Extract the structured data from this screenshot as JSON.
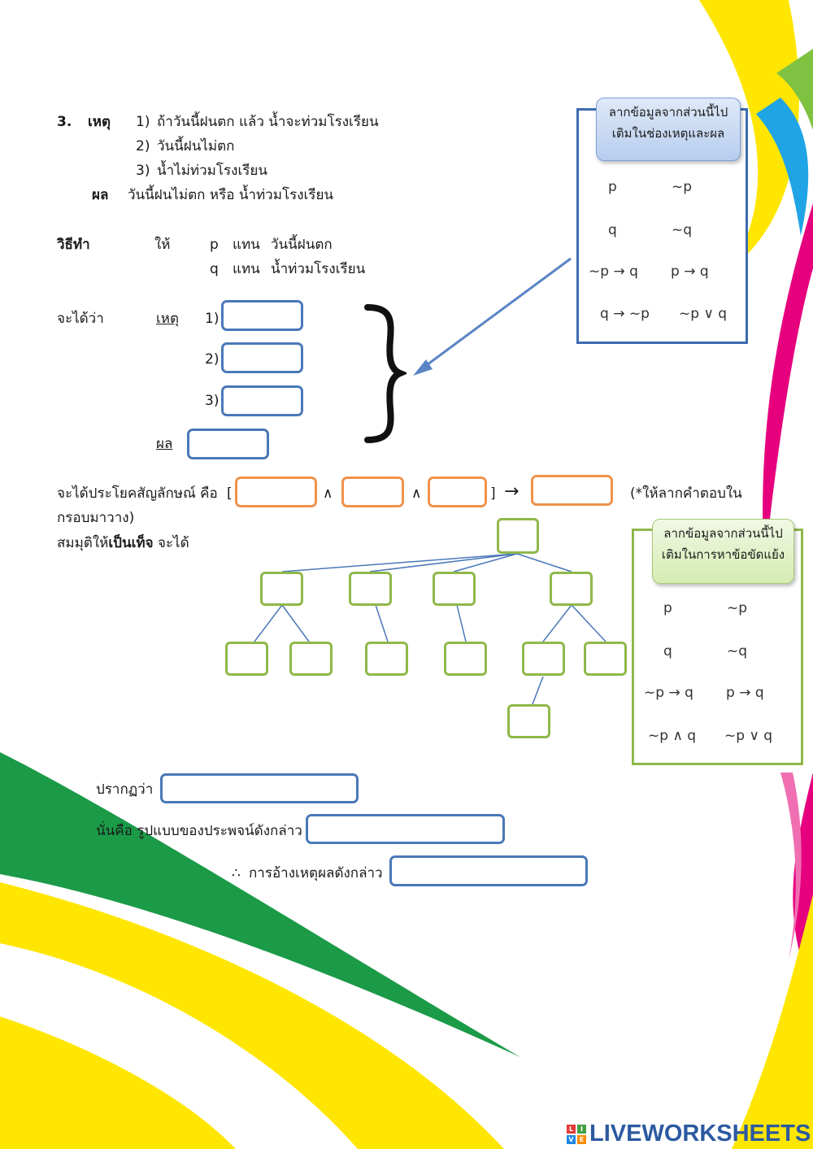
{
  "question": {
    "number": "3.",
    "premise_label": "เหตุ",
    "premises": [
      {
        "num": "1)",
        "text": "ถ้าวันนี้ฝนตก แล้ว น้ำจะท่วมโรงเรียน"
      },
      {
        "num": "2)",
        "text": "วันนี้ฝนไม่ตก"
      },
      {
        "num": "3)",
        "text": "น้ำไม่ท่วมโรงเรียน"
      }
    ],
    "conclusion_label": "ผล",
    "conclusion": "วันนี้ฝนไม่ตก หรือ น้ำท่วมโรงเรียน"
  },
  "method": {
    "label": "วิธีทำ",
    "let": "ให้",
    "vars": [
      {
        "symbol": "p",
        "stands_for": "แทน",
        "meaning": "วันนี้ฝนตก"
      },
      {
        "symbol": "q",
        "stands_for": "แทน",
        "meaning": "น้ำท่วมโรงเรียน"
      }
    ]
  },
  "derive": {
    "label": "จะได้ว่า",
    "premise_label": "เหตุ",
    "nums": [
      "1)",
      "2)",
      "3)"
    ],
    "conclusion_label": "ผล"
  },
  "symbolic": {
    "label": "จะได้ประโยคสัญลักษณ์  คือ",
    "open_bracket": "[",
    "close_bracket": "]",
    "and_symbol": "∧",
    "arrow": "→",
    "note_line1": "(*ให้ลากคำตอบใน",
    "note_line2": "กรอบมาวาง)"
  },
  "assume": {
    "prefix": "สมมุติให้",
    "bold": "เป็นเท็จ",
    "suffix": " จะได้"
  },
  "result": {
    "appears_label": "ปรากฏว่า",
    "form_label": "นั่นคือ รูปแบบของประพจน์ดังกล่าว",
    "therefore_symbol": "∴",
    "therefore_label": "การอ้างเหตุผลดังกล่าว"
  },
  "panel_top": {
    "callout_line1": "ลากข้อมูลจากส่วนนี้ไป",
    "callout_line2": "เติมในช่องเหตุและผล",
    "tokens": [
      "p",
      "~p",
      "q",
      "~q",
      "~p → q",
      "p → q",
      "q → ~p",
      "~p ∨ q"
    ]
  },
  "panel_bottom": {
    "callout_line1": "ลากข้อมูลจากส่วนนี้ไป",
    "callout_line2": "เติมในการหาข้อขัดแย้ง",
    "tokens": [
      "p",
      "~p",
      "q",
      "~q",
      "~p → q",
      "p → q",
      "~p ∧ q",
      "~p ∨ q"
    ]
  },
  "brand": {
    "logo_letters": [
      "L",
      "I",
      "V",
      "E"
    ],
    "name": "LIVEWORKSHEETS"
  },
  "colors": {
    "blue_box": "#4a78b8",
    "orange_box": "#f0924a",
    "green_box": "#8fb84a",
    "brand": "#2c5aa0"
  }
}
